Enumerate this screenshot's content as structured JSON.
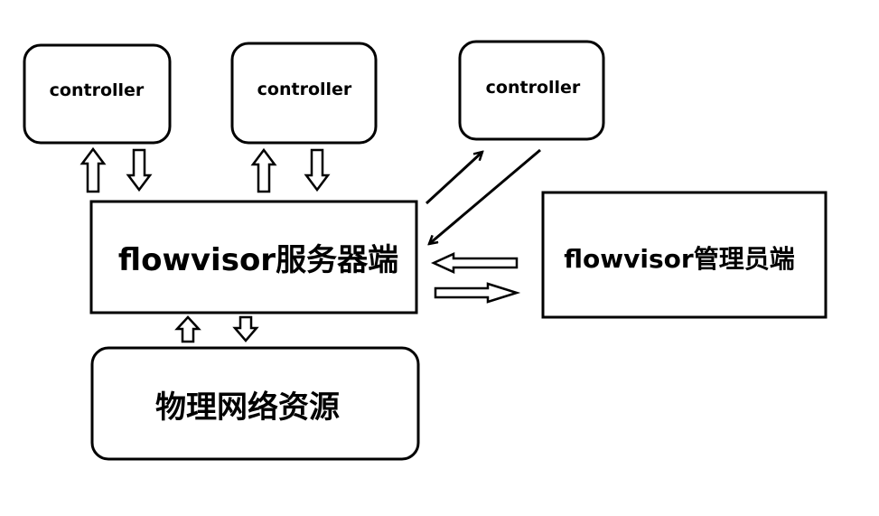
{
  "nodes": {
    "controller_1": {
      "label": "controller"
    },
    "controller_2": {
      "label": "controller"
    },
    "controller_3": {
      "label": "controller"
    },
    "server": {
      "label": "flowvisor服务器端"
    },
    "admin": {
      "label": "flowvisor管理员端"
    },
    "resources": {
      "label": "物理网络资源"
    }
  },
  "edges": [
    {
      "from": "controller_1",
      "to": "server",
      "direction": "bidirectional"
    },
    {
      "from": "controller_2",
      "to": "server",
      "direction": "bidirectional"
    },
    {
      "from": "controller_3",
      "to": "server",
      "direction": "bidirectional"
    },
    {
      "from": "admin",
      "to": "server",
      "direction": "bidirectional"
    },
    {
      "from": "server",
      "to": "resources",
      "direction": "bidirectional"
    }
  ],
  "colors": {
    "stroke": "#000000",
    "background": "#ffffff"
  }
}
